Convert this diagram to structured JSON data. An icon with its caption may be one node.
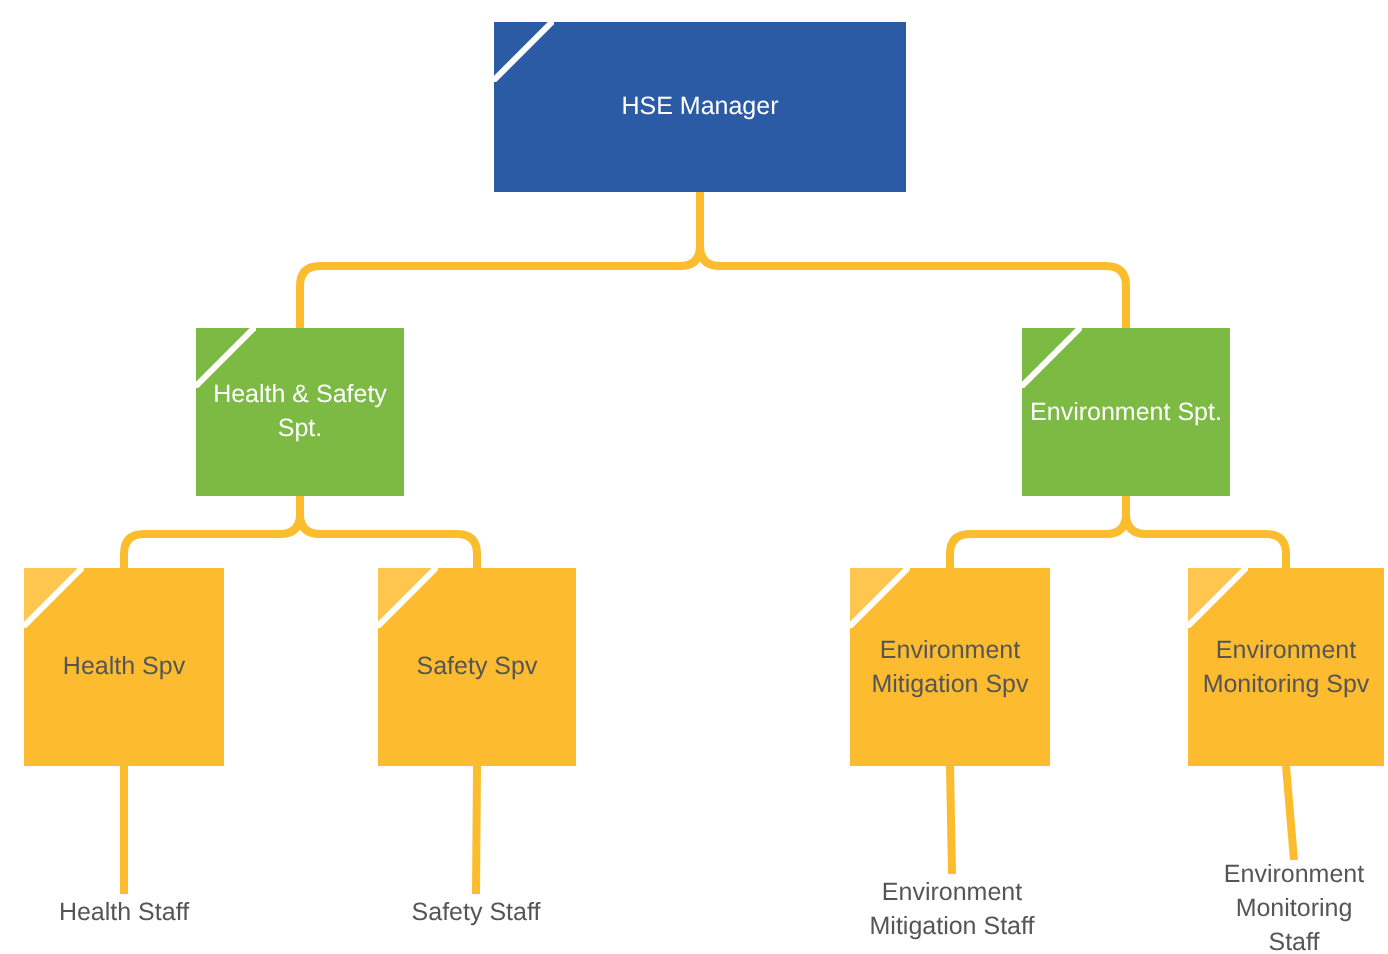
{
  "diagram": {
    "nodes": [
      {
        "text": [
          "HSE Manager"
        ]
      },
      {
        "text": [
          "Health & Safety Spt."
        ]
      },
      {
        "text": [
          "Environment Spt."
        ]
      },
      {
        "text": [
          "Health Spv"
        ]
      },
      {
        "text": [
          "Safety Spv"
        ]
      },
      {
        "text": [
          "Environment Mitigation Spv"
        ]
      },
      {
        "text": [
          "Environment Monitoring Spv"
        ]
      },
      {
        "text": [
          "Health Staff"
        ]
      },
      {
        "text": [
          "Safety Staff"
        ]
      },
      {
        "text": [
          "Environment Mitigation Staff"
        ]
      },
      {
        "text": [
          "Environment Monitoring Staff"
        ]
      }
    ],
    "edges": [
      {
        "from": 0,
        "to": 1,
        "arrow": "none"
      },
      {
        "from": 0,
        "to": 2,
        "arrow": "none"
      },
      {
        "from": 1,
        "to": 3,
        "arrow": "none"
      },
      {
        "from": 1,
        "to": 4,
        "arrow": "none"
      },
      {
        "from": 2,
        "to": 5,
        "arrow": "none"
      },
      {
        "from": 2,
        "to": 6,
        "arrow": "none"
      },
      {
        "from": 3,
        "to": 7,
        "arrow": "none"
      },
      {
        "from": 4,
        "to": 8,
        "arrow": "none"
      },
      {
        "from": 5,
        "to": 9,
        "arrow": "none"
      },
      {
        "from": 6,
        "to": 10,
        "arrow": "none"
      }
    ]
  }
}
